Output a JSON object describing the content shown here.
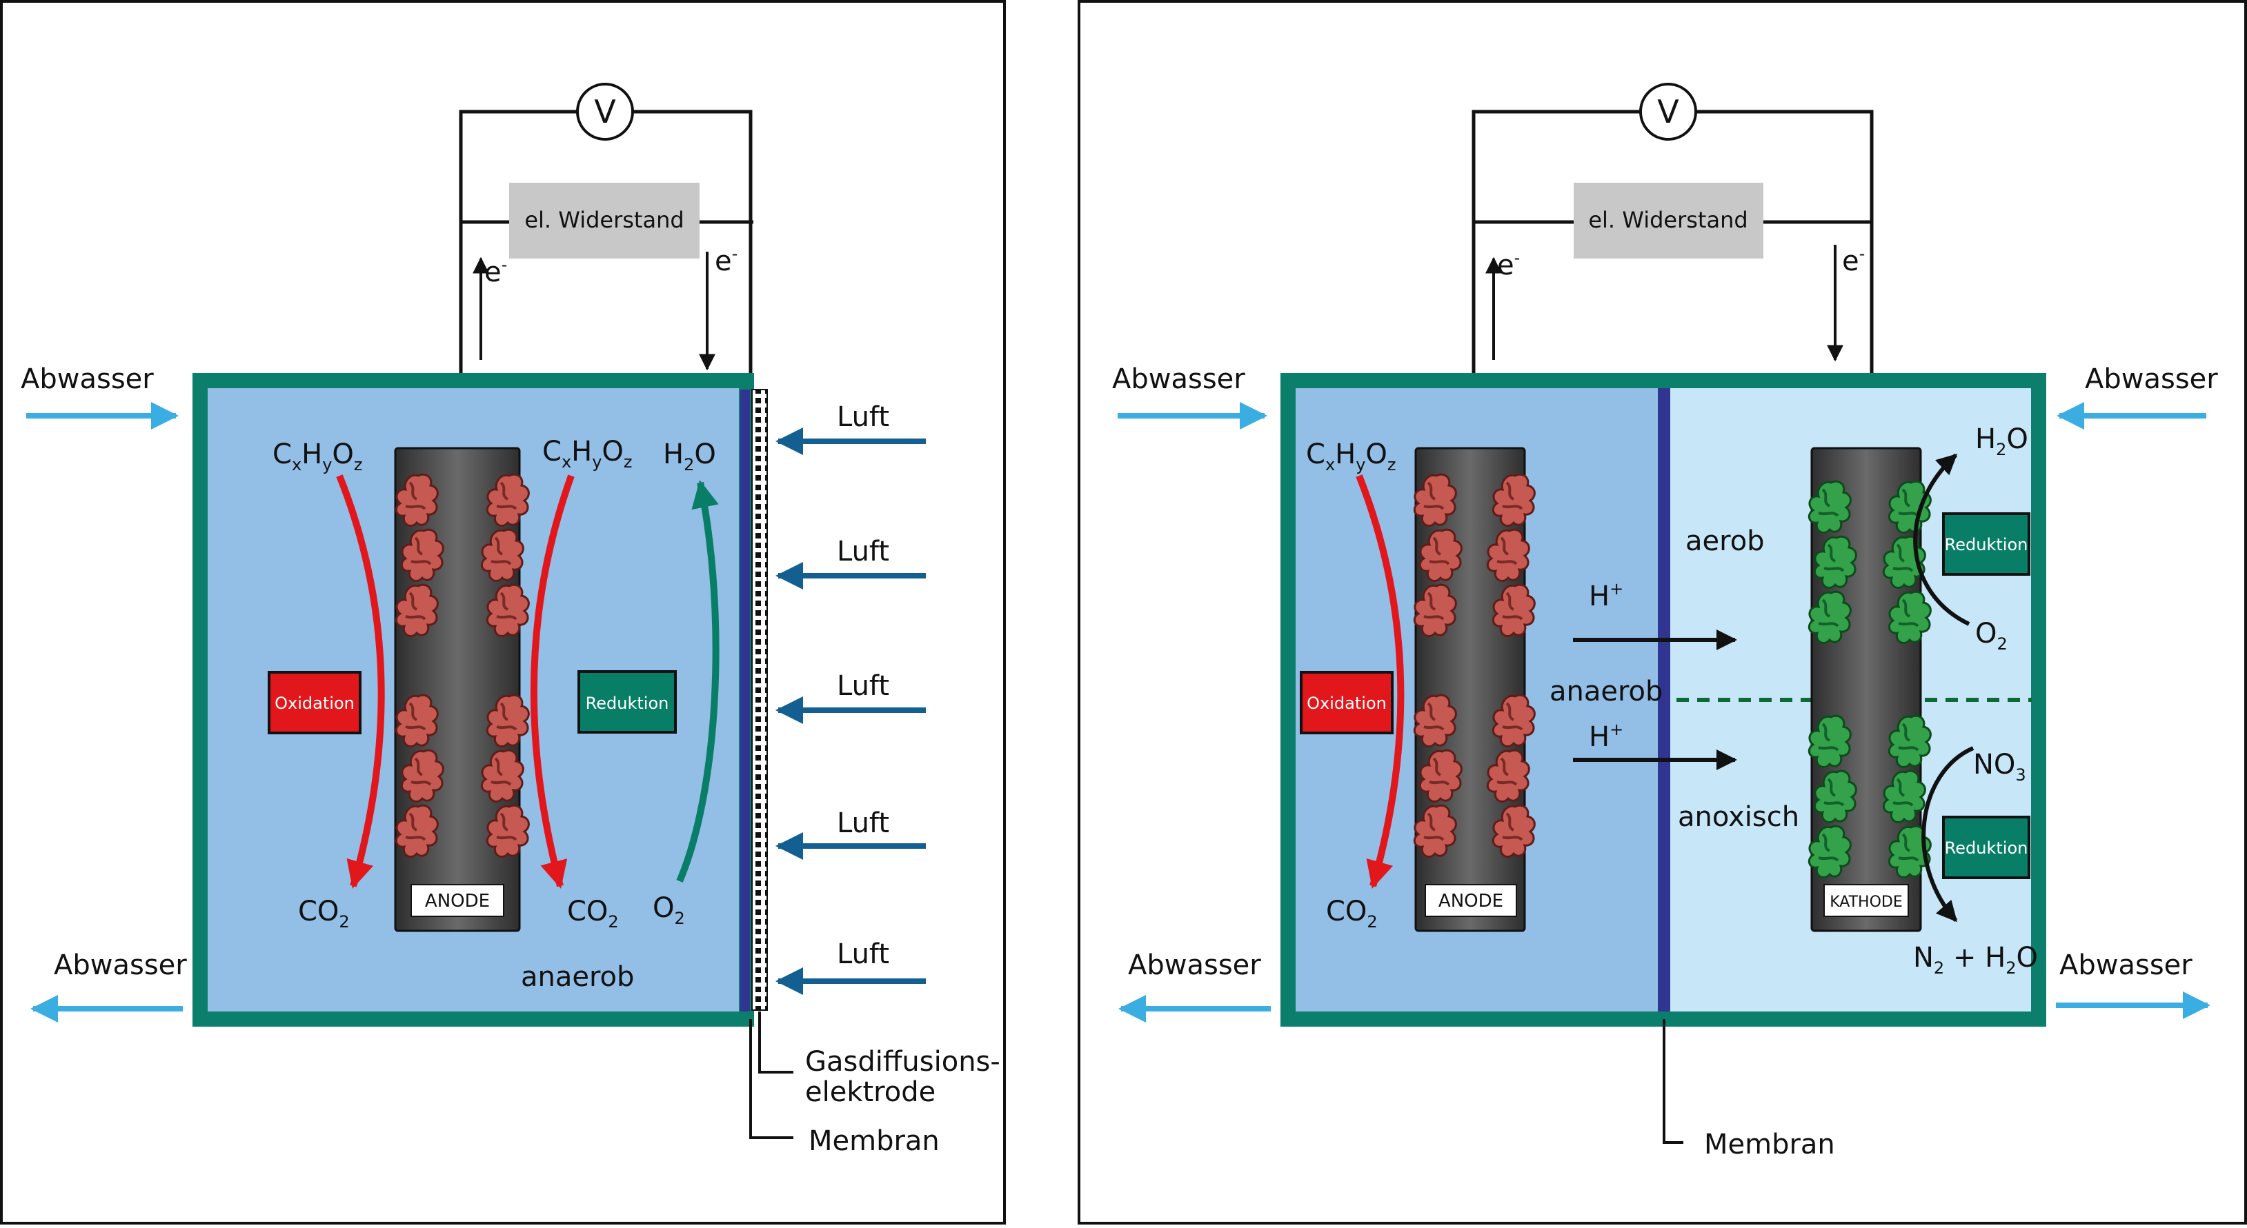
{
  "colors": {
    "tank_border": "#0b7f6c",
    "anode_water": "#93bee6",
    "cathode_water": "#c7e6f8",
    "membrane": "#2f3590",
    "flow_arrow": "#3aaee2",
    "air_arrow": "#145f91",
    "oxidation": "#e1171c",
    "reduction": "#087e67",
    "resistor": "#c8c8c8",
    "electrode": "#4a4a4a",
    "biofilm_red": "#c65a52",
    "biofilm_green": "#33a24a"
  },
  "panel_left": {
    "voltmeter": "V",
    "resistor": "el. Widerstand",
    "electron_up": "e",
    "electron_down": "e",
    "electron_sup": "-",
    "wastewater_in": "Abwasser",
    "wastewater_out": "Abwasser",
    "substrate_1": {
      "c": "C",
      "x": "x",
      "h": "H",
      "y": "y",
      "o": "O",
      "z": "z"
    },
    "substrate_2": {
      "c": "C",
      "x": "x",
      "h": "H",
      "y": "y",
      "o": "O",
      "z": "z"
    },
    "water": {
      "main": "H",
      "sub": "2",
      "end": "O"
    },
    "co2_1": {
      "main": "CO",
      "sub": "2"
    },
    "co2_2": {
      "main": "CO",
      "sub": "2"
    },
    "o2": {
      "main": "O",
      "sub": "2"
    },
    "oxidation": "Oxidation",
    "reduction": "Reduktion",
    "anode": "ANODE",
    "condition": "anaerob",
    "air": [
      "Luft",
      "Luft",
      "Luft",
      "Luft",
      "Luft"
    ],
    "gas_diffusion_1": "Gasdiffusions-",
    "gas_diffusion_2": "elektrode",
    "membrane": "Membran"
  },
  "panel_right": {
    "voltmeter": "V",
    "resistor": "el. Widerstand",
    "electron_up": "e",
    "electron_down": "e",
    "electron_sup": "-",
    "wastewater_in_left": "Abwasser",
    "wastewater_out_left": "Abwasser",
    "wastewater_in_right": "Abwasser",
    "wastewater_out_right": "Abwasser",
    "substrate": {
      "c": "C",
      "x": "x",
      "h": "H",
      "y": "y",
      "o": "O",
      "z": "z"
    },
    "co2": {
      "main": "CO",
      "sub": "2"
    },
    "oxidation": "Oxidation",
    "anode": "ANODE",
    "cathode": "KATHODE",
    "aerob": "aerob",
    "anaerob": "anaerob",
    "anoxisch": "anoxisch",
    "proton_1": {
      "main": "H",
      "sup": "+"
    },
    "proton_2": {
      "main": "H",
      "sup": "+"
    },
    "water": {
      "main": "H",
      "sub": "2",
      "end": "O"
    },
    "o2": {
      "main": "O",
      "sub": "2"
    },
    "nitrate": {
      "main": "NO",
      "sub": "3"
    },
    "products": {
      "n": "N",
      "sub1": "2",
      "plus": " + H",
      "sub2": "2",
      "end": "O"
    },
    "reduction_1": "Reduktion",
    "reduction_2": "Reduktion",
    "membrane": "Membran"
  }
}
